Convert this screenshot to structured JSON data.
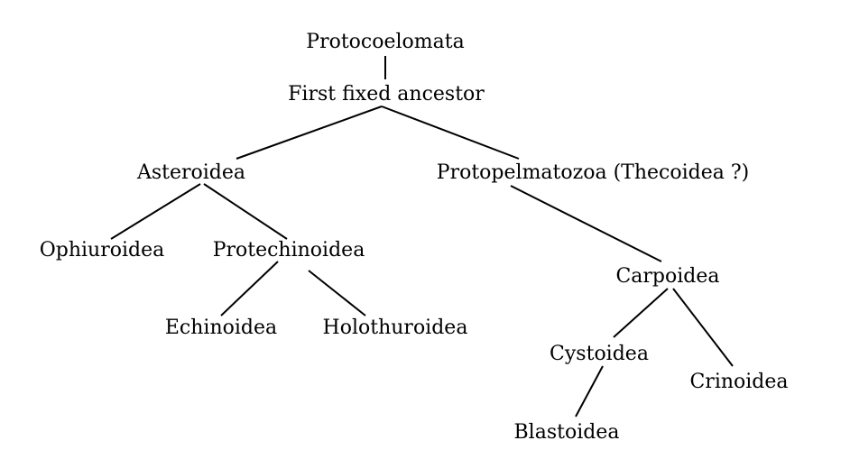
{
  "tree": {
    "root": "Protocoelomata",
    "first_fixed_ancestor": "First fixed ancestor",
    "asteroidea": "Asteroidea",
    "protopelmatozoa": "Protopelmatozoa (Thecoidea ?)",
    "ophiuroidea": "Ophiuroidea",
    "protechinoidea": "Protechinoidea",
    "echinoidea": "Echinoidea",
    "holothuroidea": "Holothuroidea",
    "carpoidea": "Carpoidea",
    "cystoidea": "Cystoidea",
    "crinoidea": "Crinoidea",
    "blastoidea": "Blastoidea"
  }
}
